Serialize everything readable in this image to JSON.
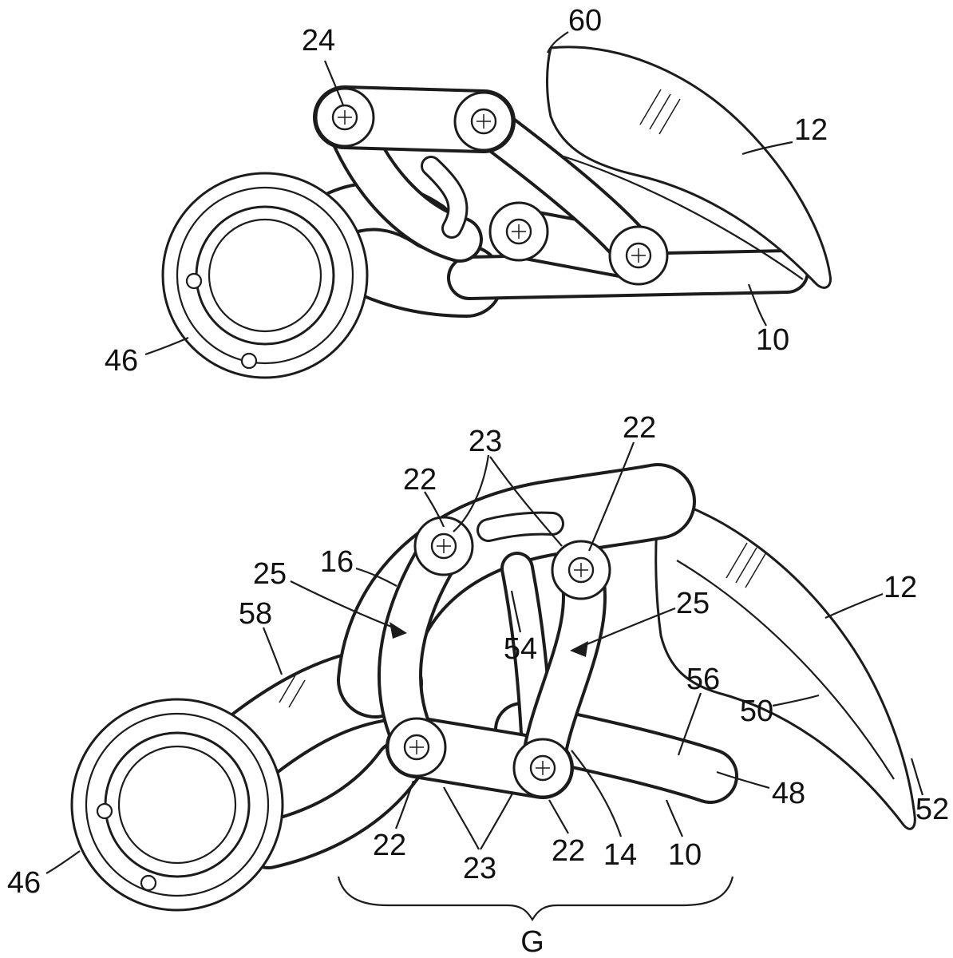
{
  "colors": {
    "line": "#1c1c1c",
    "background": "#ffffff",
    "label_text": "#111111"
  },
  "fig_top": {
    "labels": {
      "n24": "24",
      "n60": "60",
      "n12": "12",
      "n10": "10",
      "n46": "46"
    }
  },
  "fig_bottom": {
    "labels": {
      "n22_tl": "22",
      "n23_top": "23",
      "n22_tr": "22",
      "n25_left": "25",
      "n16": "16",
      "n58": "58",
      "n54": "54",
      "n25_right": "25",
      "n12": "12",
      "n56": "56",
      "n50": "50",
      "n48": "48",
      "n52": "52",
      "n22_bl": "22",
      "n23_bottom": "23",
      "n22_bm": "22",
      "n14": "14",
      "n10": "10",
      "n46": "46",
      "nG": "G"
    }
  }
}
